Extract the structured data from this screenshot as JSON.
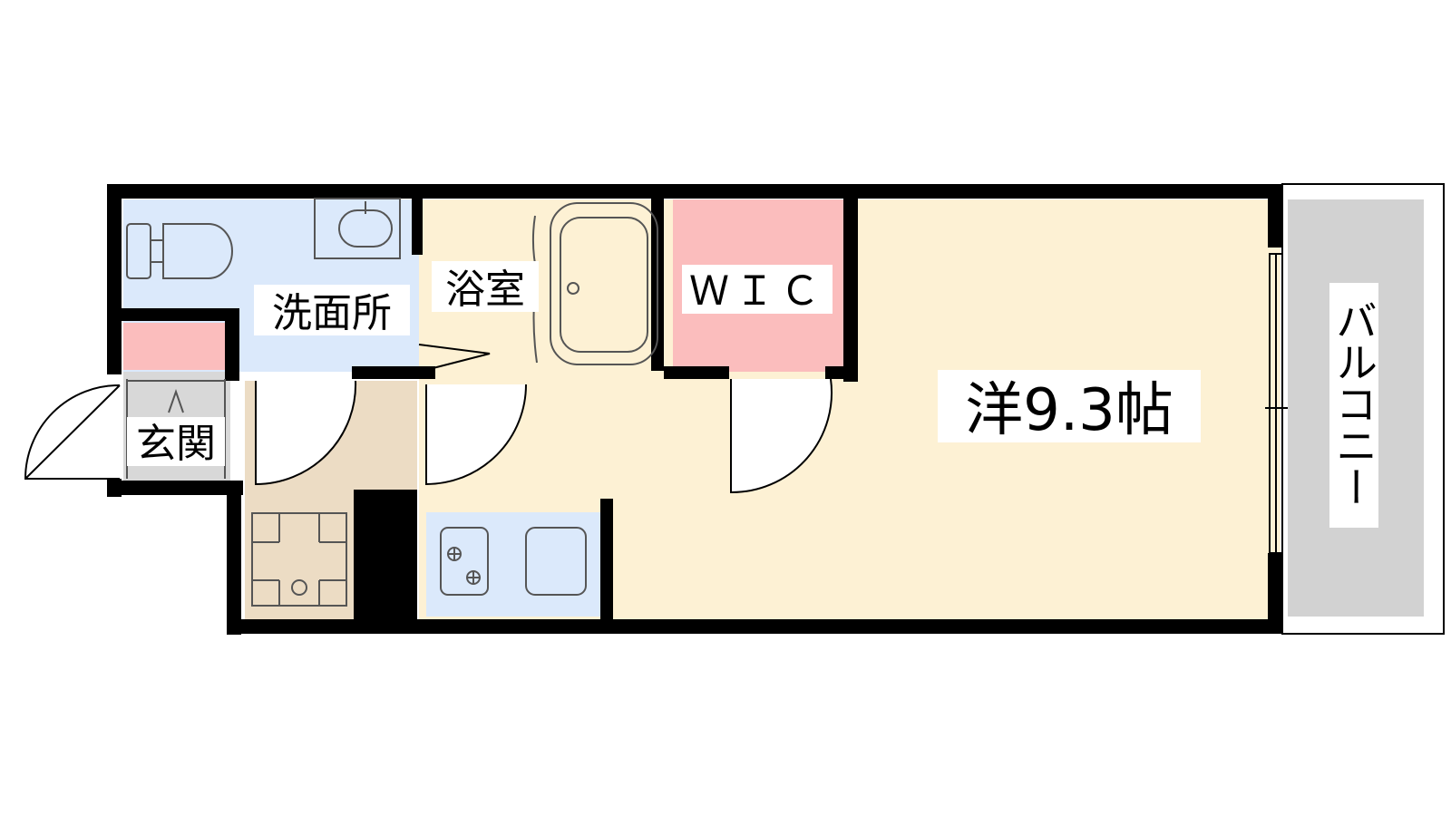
{
  "rooms": {
    "washroom": "洗面所",
    "bathroom": "浴室",
    "wic": "ＷＩＣ",
    "western": "洋9.3帖",
    "entrance": "玄関",
    "balcony": "バルコニー"
  },
  "colors": {
    "wall": "#000000",
    "wet_area": "#dbe9fb",
    "closet": "#fbbdbd",
    "living": "#fdf1d4",
    "corridor": "#ecdcc4",
    "entrance_floor": "#d8d8d8",
    "balcony": "#d2d2d2",
    "fixture_line": "#555555"
  },
  "icons": [
    "toilet-icon",
    "sink-icon",
    "bathtub-icon",
    "stove-icon",
    "kitchen-sink-icon",
    "washing-machine-icon",
    "shoe-cabinet-icon"
  ]
}
